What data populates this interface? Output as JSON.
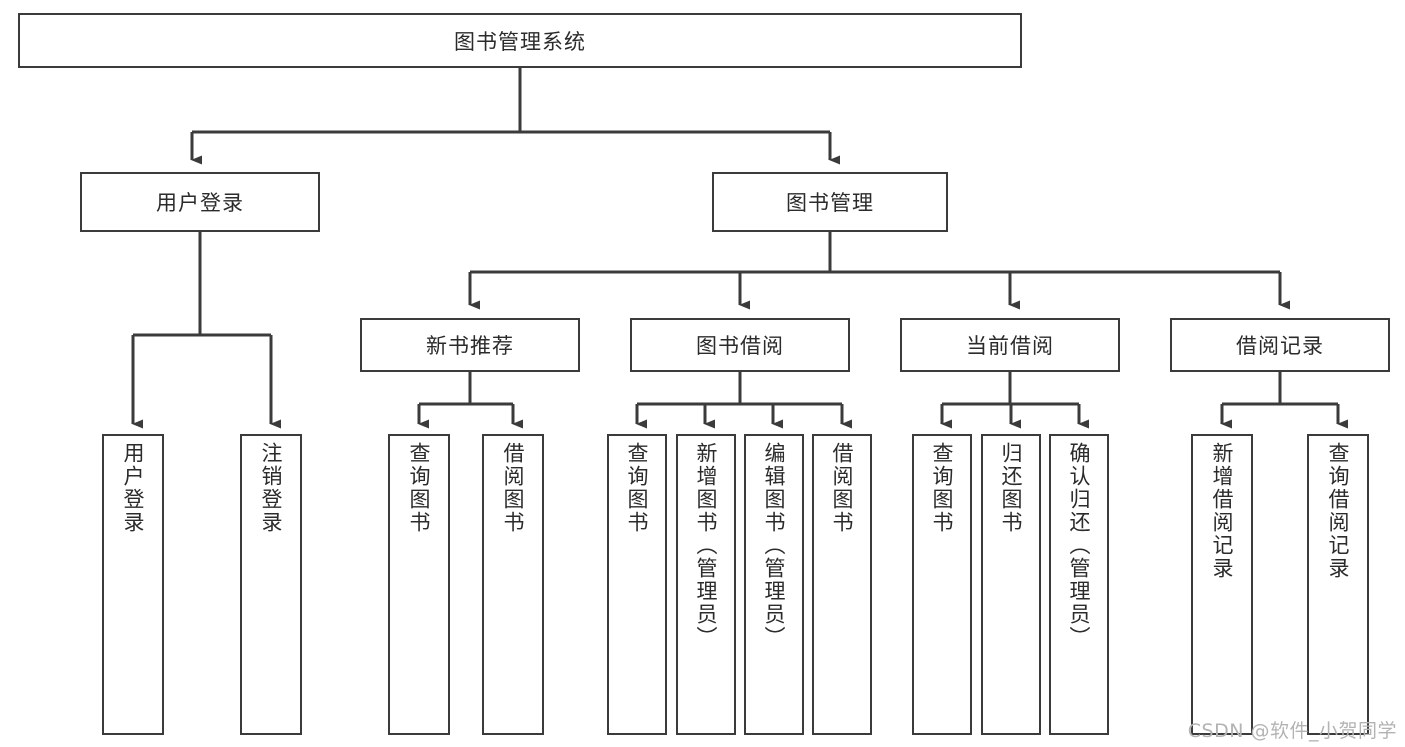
{
  "diagram": {
    "type": "tree-hierarchy-diagram",
    "title_node": {
      "label": "图书管理系统"
    },
    "level2": [
      {
        "label": "用户登录"
      },
      {
        "label": "图书管理"
      }
    ],
    "level3": [
      {
        "label": "新书推荐"
      },
      {
        "label": "图书借阅"
      },
      {
        "label": "当前借阅"
      },
      {
        "label": "借阅记录"
      }
    ],
    "leaves": {
      "user_login": [
        {
          "label": "用户登录"
        },
        {
          "label": "注销登录"
        }
      ],
      "new_book_recommend": [
        {
          "label": "查询图书"
        },
        {
          "label": "借阅图书"
        }
      ],
      "book_borrow": [
        {
          "label": "查询图书"
        },
        {
          "label": "新增图书（管理员）"
        },
        {
          "label": "编辑图书（管理员）"
        },
        {
          "label": "借阅图书"
        }
      ],
      "current_borrow": [
        {
          "label": "查询图书"
        },
        {
          "label": "归还图书"
        },
        {
          "label": "确认归还（管理员）"
        }
      ],
      "borrow_record": [
        {
          "label": "新增借阅记录"
        },
        {
          "label": "查询借阅记录"
        }
      ]
    },
    "watermark": {
      "text": "CSDN @软件_小贺同学"
    },
    "colors": {
      "border": "#3b3b3b",
      "background": "#ffffff",
      "text": "#2b2b2b",
      "connector": "#3b3b3b",
      "watermark": "#b3b3b3"
    }
  }
}
